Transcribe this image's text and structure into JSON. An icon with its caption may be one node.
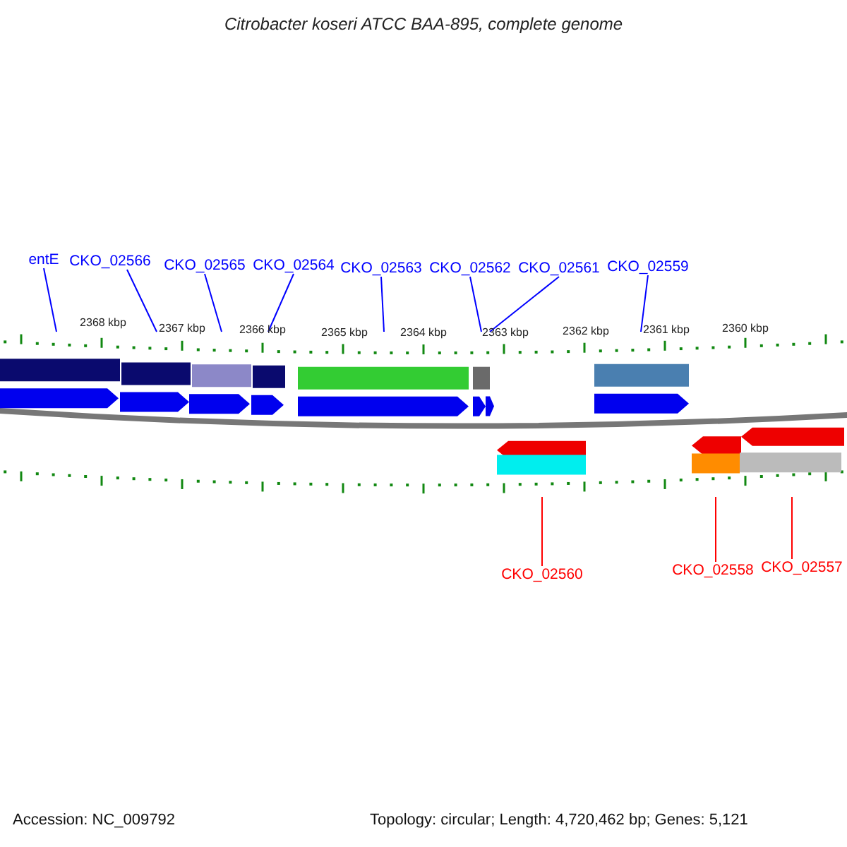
{
  "diagram": {
    "title": "Citrobacter koseri ATCC BAA-895, complete genome",
    "nodes": [
      {
        "text": [
          "entE"
        ]
      },
      {
        "text": [
          "CKO_02566"
        ]
      },
      {
        "text": [
          "CKO_02565"
        ]
      },
      {
        "text": [
          "CKO_02564"
        ]
      },
      {
        "text": [
          "CKO_02563"
        ]
      },
      {
        "text": [
          "CKO_02562"
        ]
      },
      {
        "text": [
          "CKO_02561"
        ]
      },
      {
        "text": [
          "CKO_02559"
        ]
      },
      {
        "text": [
          "CKO_02560"
        ]
      },
      {
        "text": [
          "CKO_02558"
        ]
      },
      {
        "text": [
          "CKO_02557"
        ]
      },
      {
        "text": [],
        "shape": "picture"
      }
    ],
    "edges": [
      {
        "from": 0,
        "to": 11,
        "arrow": "none"
      },
      {
        "from": 1,
        "to": 11,
        "arrow": "none"
      },
      {
        "from": 2,
        "to": 11,
        "arrow": "none"
      },
      {
        "from": 3,
        "to": 11,
        "arrow": "none"
      },
      {
        "from": 4,
        "to": 11,
        "arrow": "none"
      },
      {
        "from": 5,
        "to": 11,
        "arrow": "none"
      },
      {
        "from": 6,
        "to": 11,
        "arrow": "none"
      },
      {
        "from": 7,
        "to": 11,
        "arrow": "none"
      },
      {
        "from": 8,
        "to": 11,
        "arrow": "none",
        "color": "#ff0000"
      },
      {
        "from": 9,
        "to": 11,
        "arrow": "none",
        "color": "#ff0000"
      },
      {
        "from": 10,
        "to": 11,
        "arrow": "none",
        "color": "#ff0000"
      }
    ],
    "labels": [
      "2368 kbp",
      "2367 kbp",
      "2366 kbp",
      "2365 kbp",
      "2364 kbp",
      "2363 kbp",
      "2362 kbp",
      "2361 kbp",
      "2360 kbp",
      "Accession: NC_009792",
      "Topology: circular; Length: 4,720,462 bp; Genes: 5,121"
    ]
  }
}
